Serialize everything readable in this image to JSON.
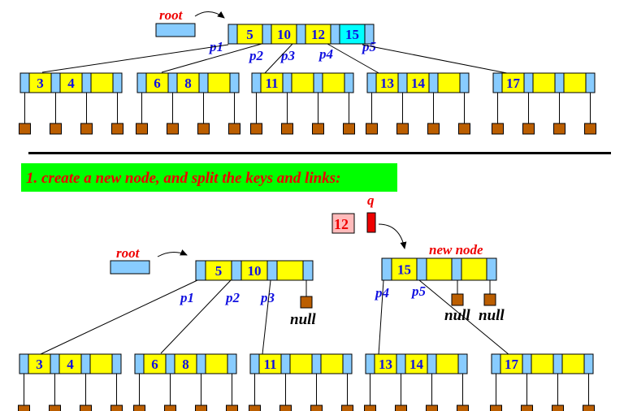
{
  "colors": {
    "pointer_cell": "#88ccff",
    "key_cell": "#ffff00",
    "highlight_key_cell": "#00ffff",
    "child_box": "#bb5e00",
    "banner_bg": "#00ff00",
    "banner_text": "#ee0000",
    "key_text": "#1010e0",
    "q_box": "#ee0000",
    "q_key_bg": "#ffbbbb"
  },
  "top": {
    "root_label": "root",
    "root_node": {
      "keys": [
        "5",
        "10",
        "12",
        "15"
      ],
      "highlight_index": 3
    },
    "pointer_labels": [
      "p1",
      "p2",
      "p3",
      "p4",
      "p5"
    ],
    "leaves": [
      {
        "keys": [
          "3",
          "4",
          ""
        ]
      },
      {
        "keys": [
          "6",
          "8",
          ""
        ]
      },
      {
        "keys": [
          "11",
          "",
          ""
        ]
      },
      {
        "keys": [
          "13",
          "14",
          ""
        ]
      },
      {
        "keys": [
          "17",
          "",
          ""
        ]
      }
    ]
  },
  "step": {
    "banner_text": "1. create a new node, and split the keys and links:",
    "q_label": "q",
    "promoted_key": "12"
  },
  "bottom": {
    "root_label": "root",
    "left_node": {
      "keys": [
        "5",
        "10",
        ""
      ]
    },
    "left_pointer_labels": [
      "p1",
      "p2",
      "p3"
    ],
    "left_null_label": "null",
    "new_node_label": "new node",
    "new_node": {
      "keys": [
        "15",
        "",
        ""
      ]
    },
    "new_pointer_labels": [
      "p4",
      "p5"
    ],
    "new_null_labels": [
      "null",
      "null"
    ],
    "leaves": [
      {
        "keys": [
          "3",
          "4",
          ""
        ]
      },
      {
        "keys": [
          "6",
          "8",
          ""
        ]
      },
      {
        "keys": [
          "11",
          "",
          ""
        ]
      },
      {
        "keys": [
          "13",
          "14",
          ""
        ]
      },
      {
        "keys": [
          "17",
          "",
          ""
        ]
      }
    ]
  }
}
